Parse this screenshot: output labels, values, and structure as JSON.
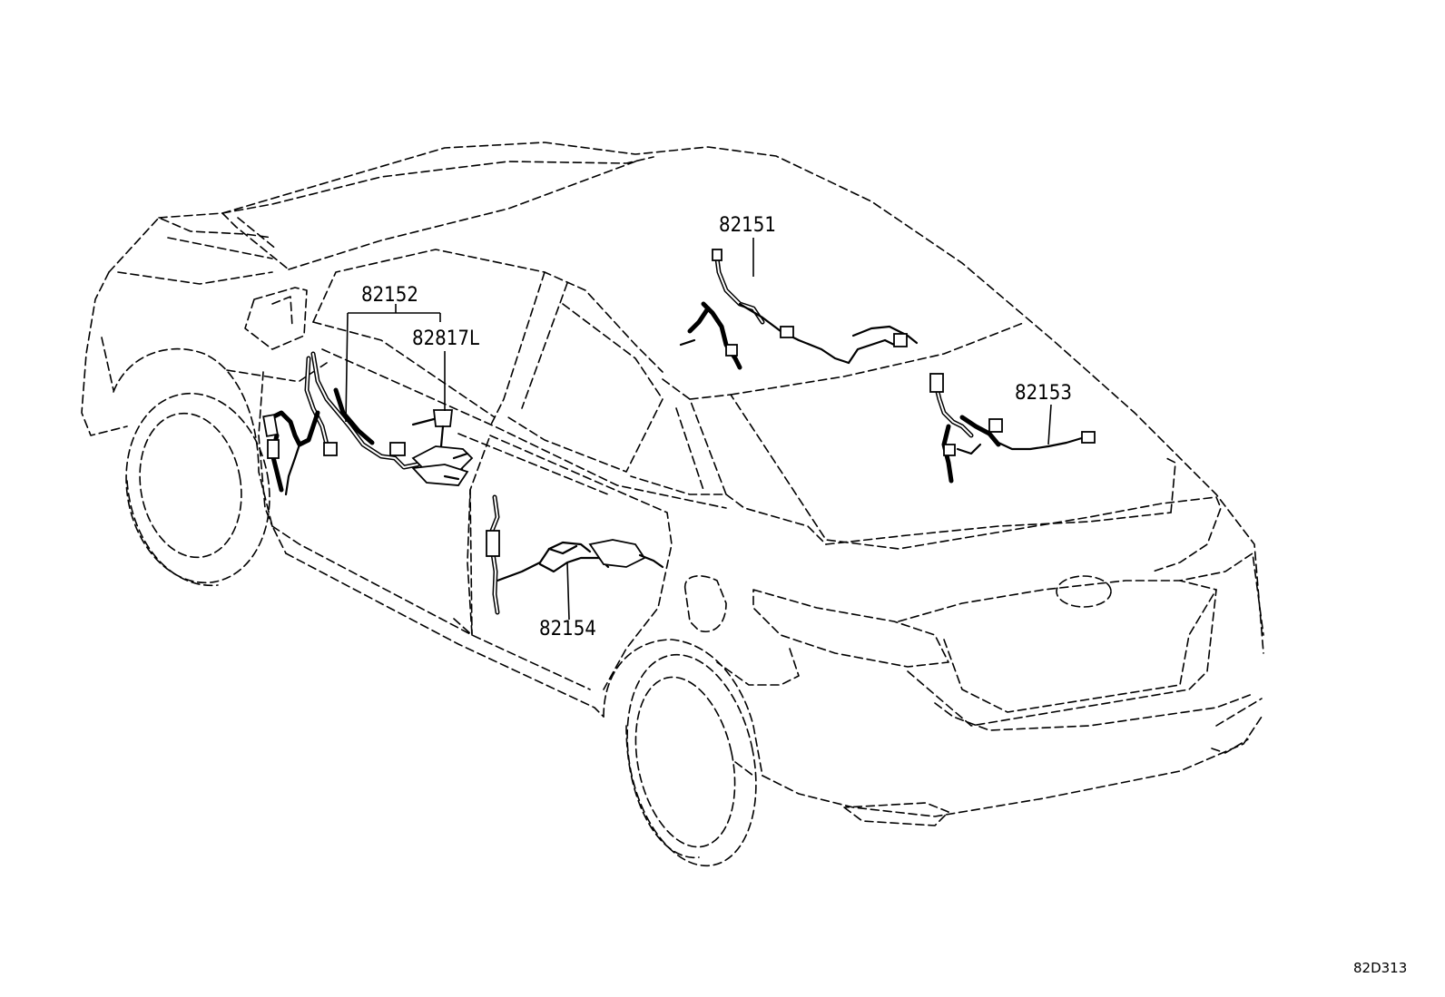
{
  "diagram": {
    "parts": [
      {
        "id": "82151",
        "label": "82151"
      },
      {
        "id": "82152",
        "label": "82152"
      },
      {
        "id": "82817L",
        "label": "82817L"
      },
      {
        "id": "82153",
        "label": "82153"
      },
      {
        "id": "82154",
        "label": "82154"
      }
    ],
    "drawing_code": "82D313"
  }
}
